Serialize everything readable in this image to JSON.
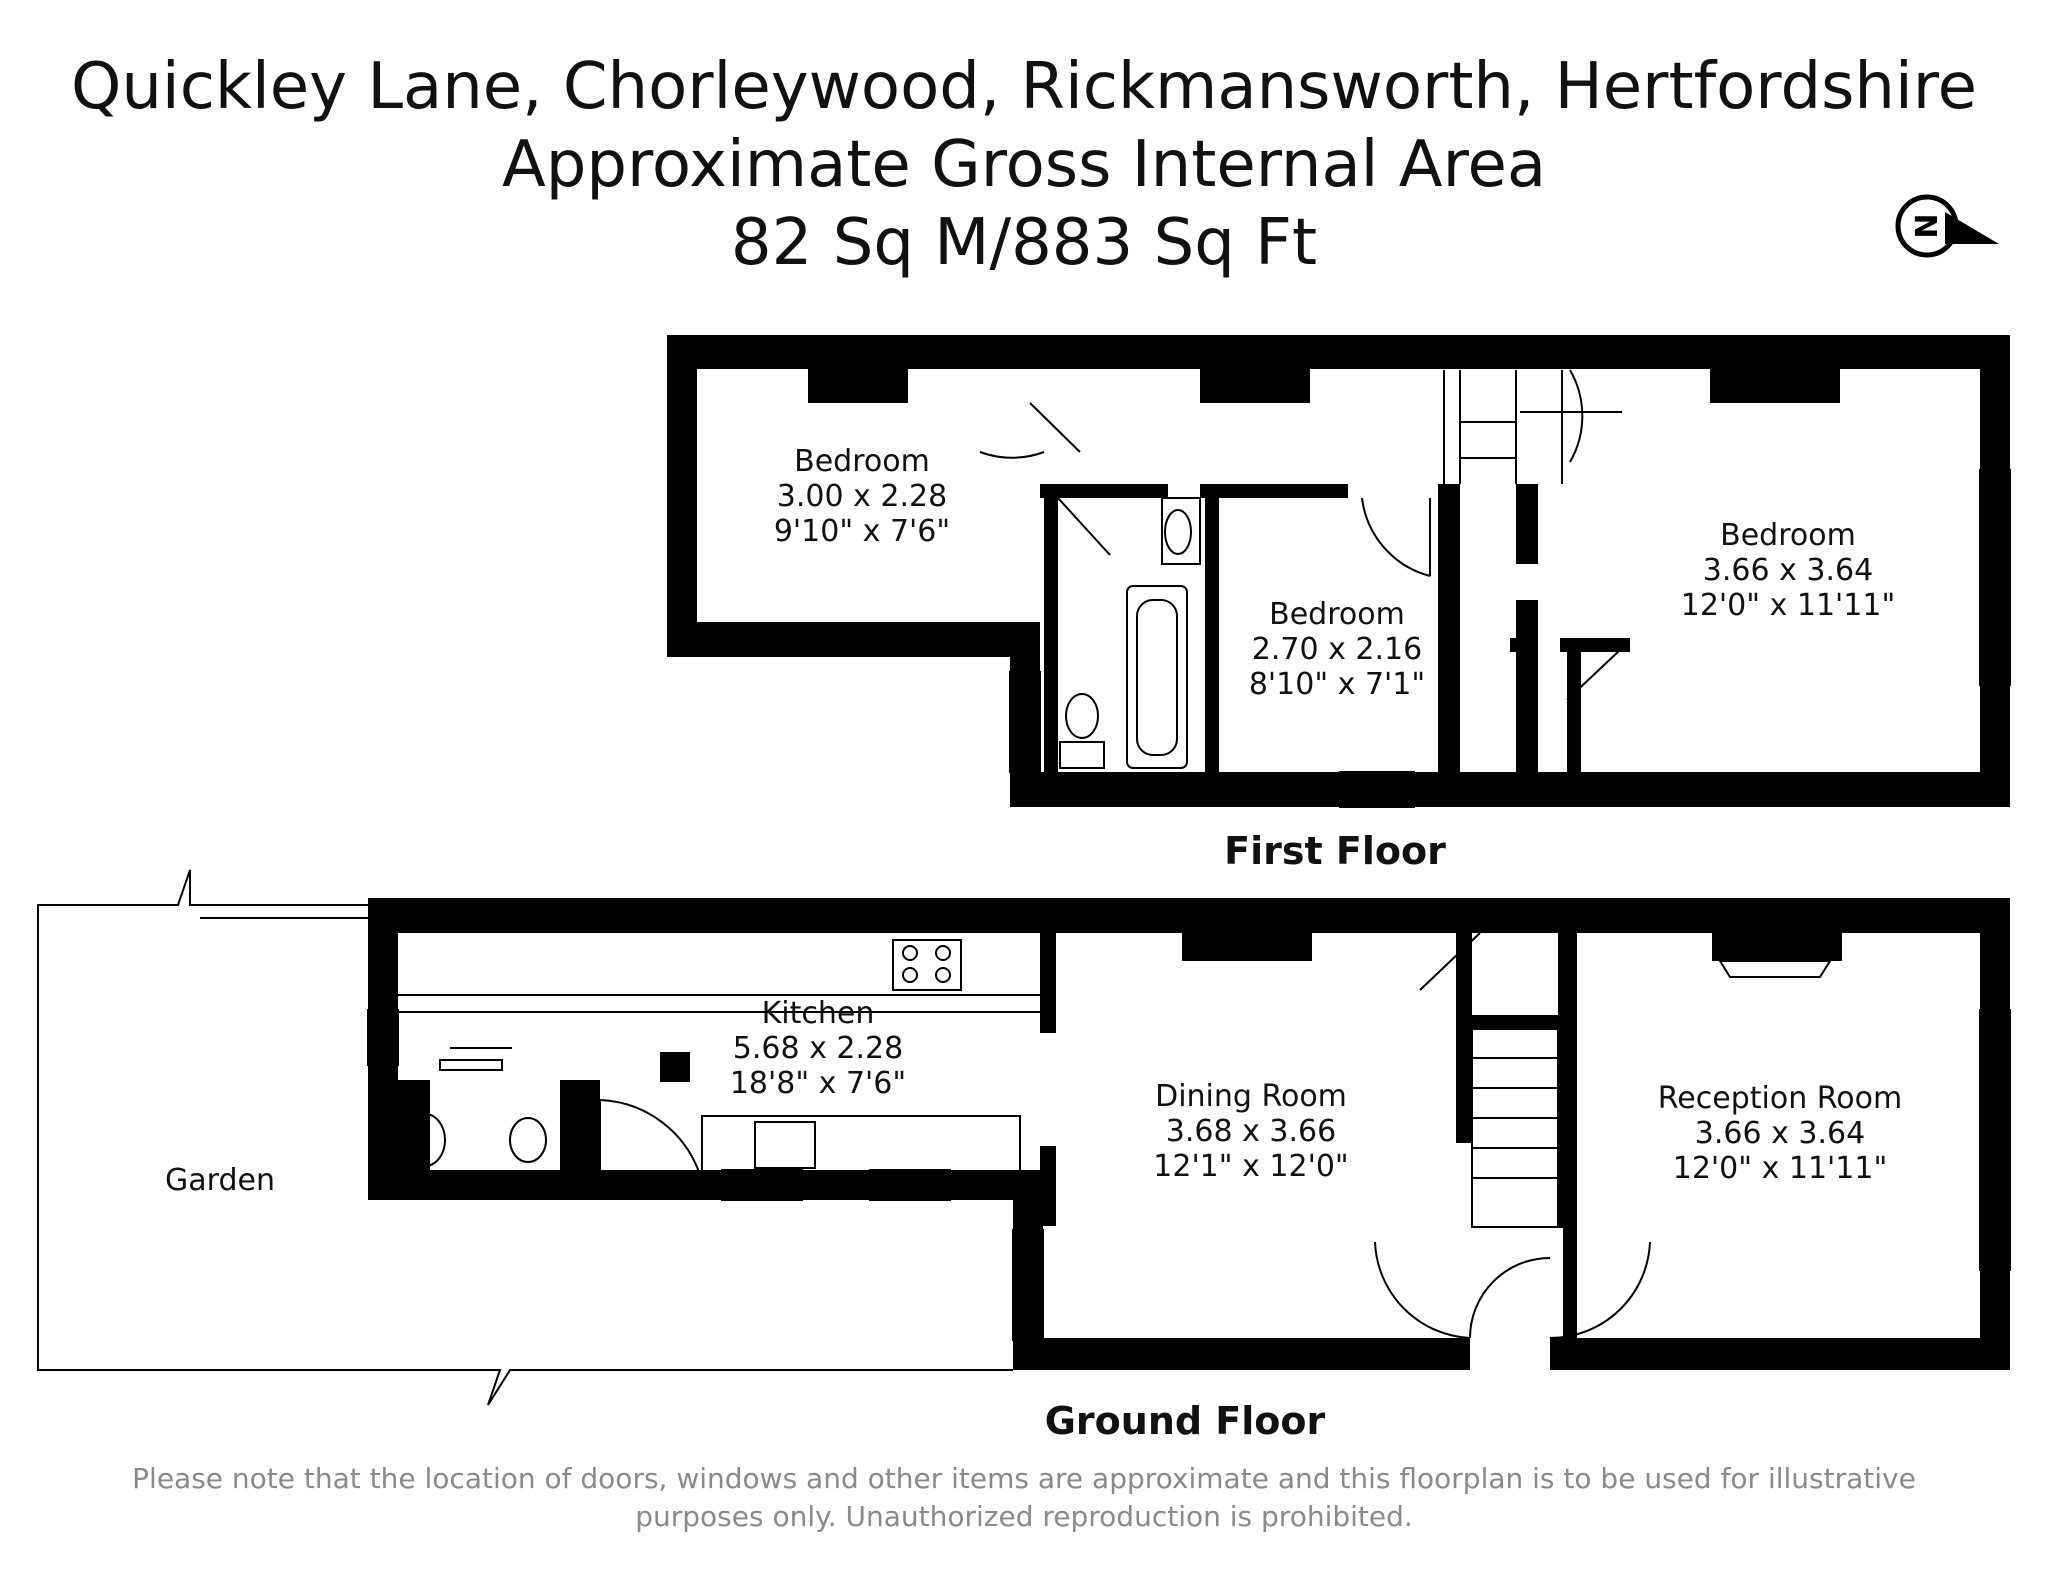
{
  "header": {
    "address": "Quickley Lane, Chorleywood, Rickmansworth, Hertfordshire",
    "area_title": "Approximate Gross Internal Area",
    "area_value": "82 Sq M/883 Sq Ft"
  },
  "compass": {
    "letter": "N",
    "icon": "north-compass-icon"
  },
  "first_floor": {
    "label": "First Floor",
    "rooms": [
      {
        "name": "Bedroom",
        "metric": "3.00 x 2.28",
        "imperial": "9'10\" x 7'6\""
      },
      {
        "name": "Bedroom",
        "metric": "2.70 x 2.16",
        "imperial": "8'10\" x 7'1\""
      },
      {
        "name": "Bedroom",
        "metric": "3.66 x 3.64",
        "imperial": "12'0\" x 11'11\""
      }
    ]
  },
  "ground_floor": {
    "label": "Ground Floor",
    "rooms": [
      {
        "name": "Kitchen",
        "metric": "5.68 x 2.28",
        "imperial": "18'8\" x 7'6\""
      },
      {
        "name": "Dining Room",
        "metric": "3.68 x 3.66",
        "imperial": "12'1\" x 12'0\""
      },
      {
        "name": "Reception Room",
        "metric": "3.66 x 3.64",
        "imperial": "12'0\" x 11'11\""
      }
    ],
    "garden": "Garden"
  },
  "footer": {
    "line1": "Please note that the location of doors, windows and other items are approximate and this floorplan is to be used for illustrative",
    "line2": "purposes only. Unauthorized reproduction is prohibited."
  },
  "colors": {
    "wall": "#000000",
    "text": "#111111",
    "note": "#8a8a8a"
  }
}
